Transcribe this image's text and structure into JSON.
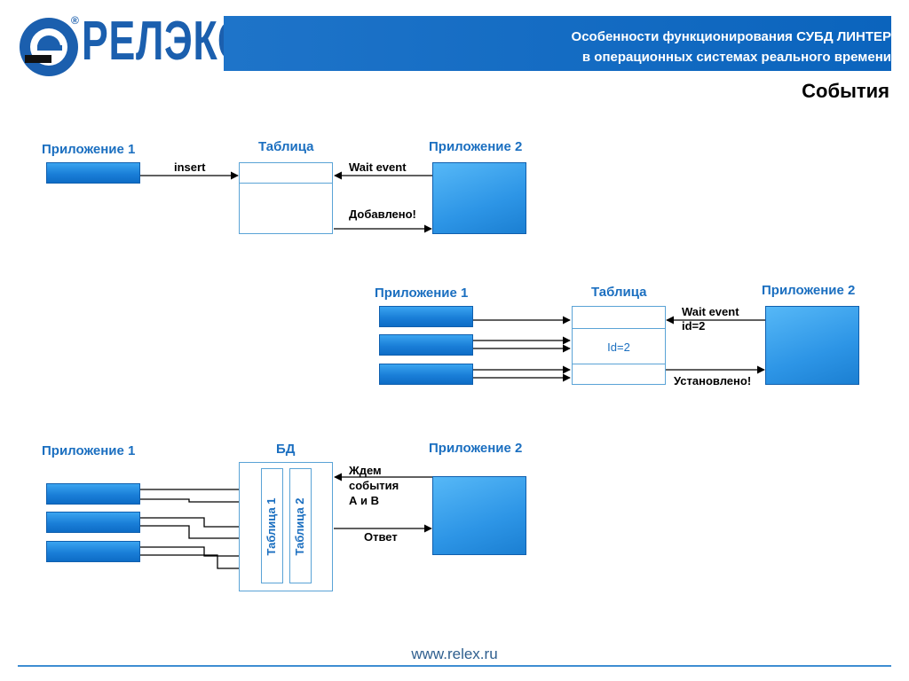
{
  "logo": {
    "text": "РЕЛЭКС",
    "icon": "relex-logo-icon",
    "registered": "®"
  },
  "header": {
    "line1": "Особенности функционирования СУБД ЛИНТЕР",
    "line2": "в операционных системах реального времени"
  },
  "slide_title": "События",
  "diagram1": {
    "app1_label": "Приложение 1",
    "table_label": "Таблица",
    "app2_label": "Приложение 2",
    "insert_label": "insert",
    "wait_label": "Wait event",
    "added_label": "Добавлено!"
  },
  "diagram2": {
    "app1_label": "Приложение 1",
    "table_label": "Таблица",
    "app2_label": "Приложение 2",
    "row_label": "Id=2",
    "wait_line1": "Wait event",
    "wait_line2": "id=2",
    "set_label": "Установлено!"
  },
  "diagram3": {
    "app1_label": "Приложение 1",
    "db_label": "БД",
    "app2_label": "Приложение 2",
    "table1_label": "Таблица 1",
    "table2_label": "Таблица 2",
    "wait_line1": "Ждем",
    "wait_line2": "события",
    "wait_line3": "А и В",
    "answer_label": "Ответ"
  },
  "footer": {
    "url": "www.relex.ru"
  },
  "colors": {
    "brand": "#1b5fae",
    "accent": "#1b6fc0",
    "header_bg": "#0b64bd"
  }
}
